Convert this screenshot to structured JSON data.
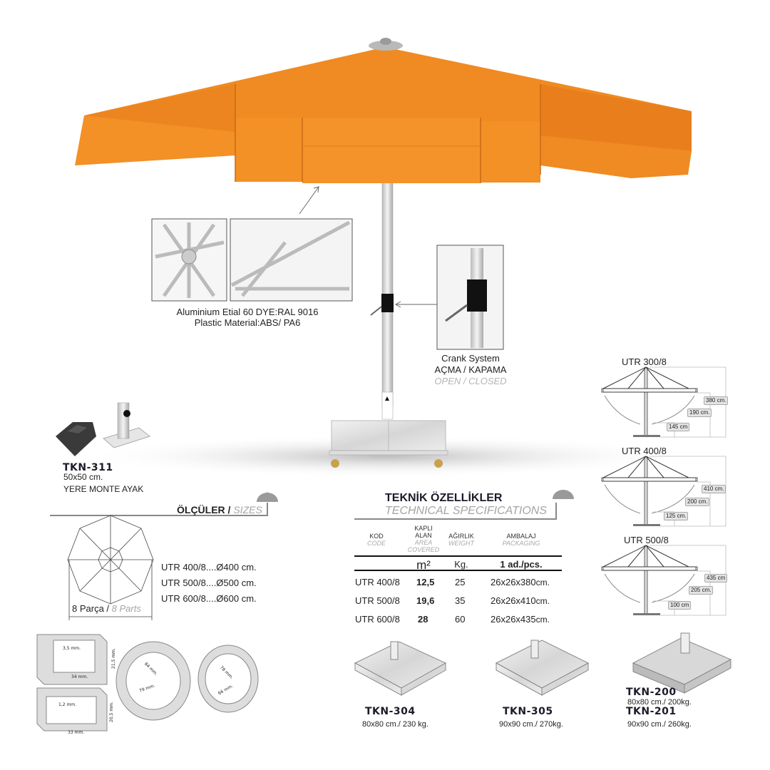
{
  "colors": {
    "canopy": "#f28a23",
    "canopy_dark": "#d8741a",
    "frame": "#c8c8c8",
    "accent_gray": "#a4a4a4"
  },
  "insets": {
    "frame_material": "Aluminium Etial 60 DYE:RAL 9016",
    "plastic_material": "Plastic Material:ABS/ PA6",
    "crank_title": "Crank System",
    "crank_tr": "AÇMA / KAPAMA",
    "crank_en": "OPEN / CLOSED"
  },
  "ground_base": {
    "code": "TKN-311",
    "size": "50x50 cm.",
    "desc": "YERE MONTE AYAK"
  },
  "sizes": {
    "title_tr": "ÖLÇÜLER /",
    "title_en": "SIZES",
    "parts_tr": "8 Parça /",
    "parts_en": "8 Parts",
    "lines": [
      "UTR 400/8....Ø400 cm.",
      "UTR 500/8....Ø500 cm.",
      "UTR 600/8....Ø600 cm."
    ]
  },
  "specs": {
    "title_tr": "TEKNİK ÖZELLİKLER",
    "title_en": "TECHNICAL SPECIFICATIONS",
    "headers": [
      {
        "tr": "KOD",
        "en": "CODE"
      },
      {
        "tr": "KAPLI ALAN",
        "en": "AREA COVERED"
      },
      {
        "tr": "AĞIRLIK",
        "en": "WEIGHT"
      },
      {
        "tr": "AMBALAJ",
        "en": "PACKAGING"
      }
    ],
    "units": [
      "",
      "m²",
      "Kg.",
      "1 ad./pcs."
    ],
    "rows": [
      {
        "code": "UTR 400/8",
        "area": "12,5",
        "weight": "25",
        "pack": "26x26x380",
        "unit": "cm."
      },
      {
        "code": "UTR 500/8",
        "area": "19,6",
        "weight": "35",
        "pack": "26x26x410",
        "unit": "cm."
      },
      {
        "code": "UTR 600/8",
        "area": "28",
        "weight": "60",
        "pack": "26x26x435",
        "unit": "cm."
      }
    ]
  },
  "elevations": [
    {
      "model": "UTR 300/8",
      "total": "380 cm.",
      "mid": "190 cm.",
      "low": "145 cm"
    },
    {
      "model": "UTR 400/8",
      "total": "410 cm.",
      "mid": "200 cm.",
      "low": "125 cm."
    },
    {
      "model": "UTR 500/8",
      "total": "435 cm",
      "mid": "205 cm.",
      "low": "100 cm"
    }
  ],
  "profiles": {
    "p1_wall": "3,5 mm.",
    "p1_w": "34 mm.",
    "p1_h": "21,5 mm.",
    "p2_wall": "1,2 mm.",
    "p2_w": "33 mm.",
    "p2_h": "20,5 mm.",
    "tube1_a": "84 mm.",
    "tube1_b": "79 mm.",
    "tube2_a": "78 mm.",
    "tube2_b": "66 mm."
  },
  "bases": [
    {
      "code": "TKN-304",
      "spec": "80x80 cm./ 230 kg."
    },
    {
      "code": "TKN-305",
      "spec": "90x90 cm./ 270kg."
    },
    {
      "code": "TKN-200",
      "spec": "80x80 cm./ 200kg."
    },
    {
      "code": "TKN-201",
      "spec": "90x90 cm./ 260kg."
    }
  ]
}
